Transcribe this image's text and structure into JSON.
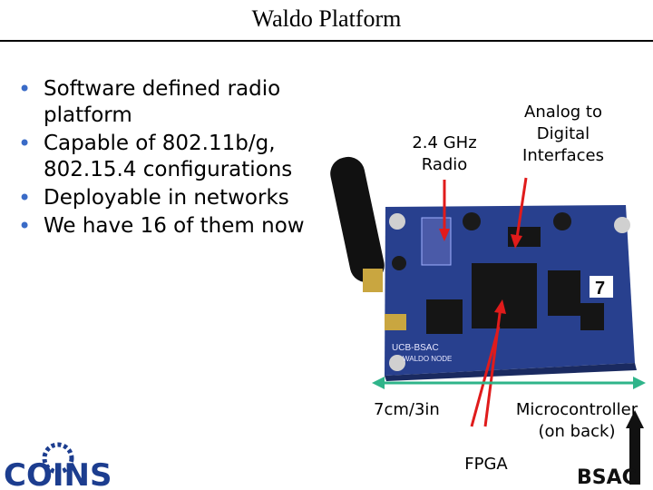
{
  "slide": {
    "title": "Waldo Platform",
    "bullets": [
      "Software defined radio platform",
      "Capable of 802.11b/g, 802.15.4 configurations",
      "Deployable in networks",
      "We have 16 of them now"
    ]
  },
  "annotations": {
    "radio_line1": "2.4 GHz",
    "radio_line2": "Radio",
    "adc_line1": "Analog to",
    "adc_line2": "Digital",
    "adc_line3": "Interfaces",
    "size": "7cm/3in",
    "mcu_line1": "Microcontroller",
    "mcu_line2": "(on back)",
    "fpga": "FPGA"
  },
  "board": {
    "silk_name": "UCB-BSAC",
    "silk_sub": "WALDO NODE",
    "chip_mark": "7"
  },
  "logos": {
    "coins": "COINS",
    "bsac": "BSAC"
  },
  "colors": {
    "bullet": "#3a6bc7",
    "arrow_red": "#e01b1b",
    "measure_green": "#2fb48a",
    "pcb_blue": "#28408e",
    "coins_blue": "#1c3d8f"
  }
}
